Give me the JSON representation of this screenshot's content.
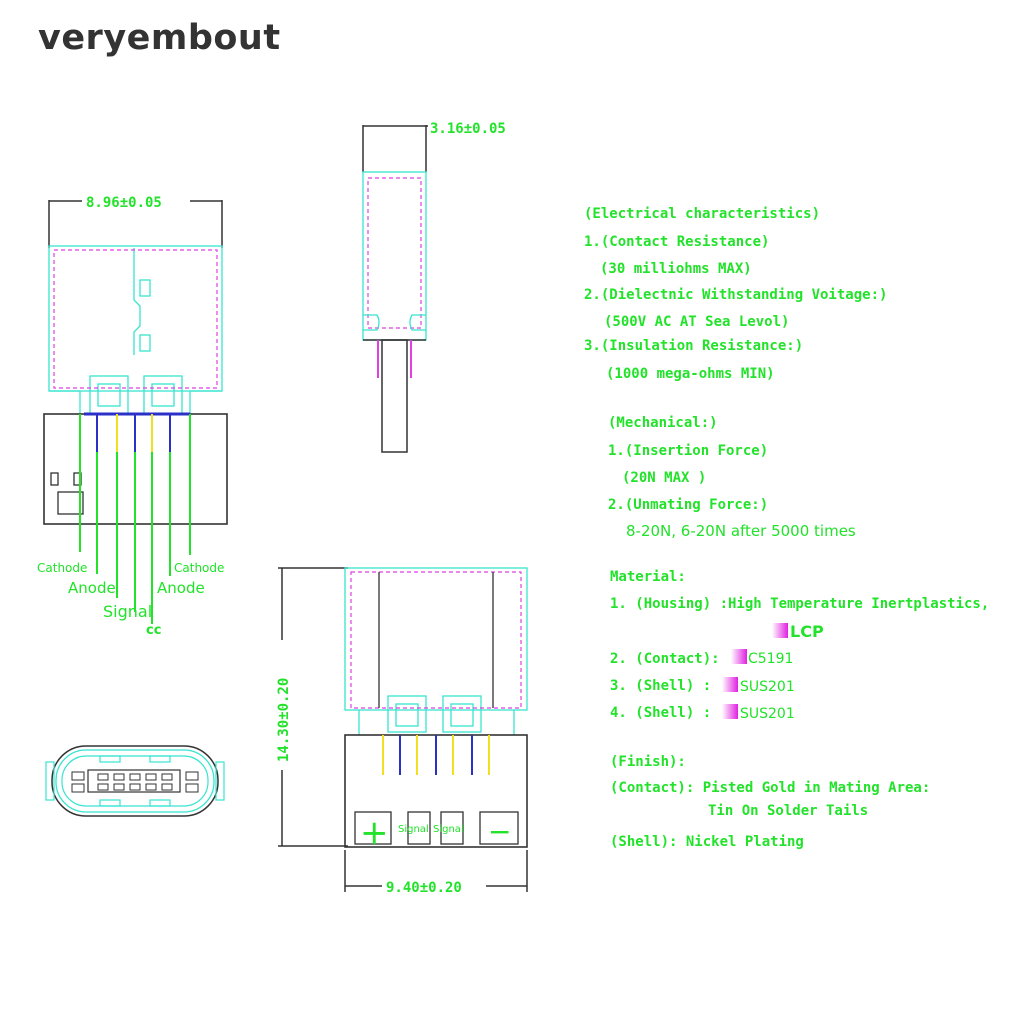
{
  "brand": "veryembout",
  "dimensions": {
    "top_thickness": "3.16±0.05",
    "front_width": "8.96±0.05",
    "bottom_length": "14.30±0.20",
    "bottom_width": "9.40±0.20"
  },
  "pin_labels": {
    "cathode_left": "Cathode",
    "anode_left": "Anode",
    "signal": "Signal",
    "cc": "cc",
    "anode_right": "Anode",
    "cathode_right": "Cathode"
  },
  "bottom_view": {
    "plus": "+",
    "minus": "−",
    "signal_1": "Signal",
    "signal_2": "Signal"
  },
  "specs": {
    "electrical_title": "(Electrical characteristics)",
    "e1": "1.(Contact Resistance)",
    "e1_value": "(30 milliohms MAX)",
    "e2": "2.(Dielectnic Withstanding Voitage:)",
    "e2_value": "(500V AC AT Sea Levol)",
    "e3": "3.(Insulation Resistance:)",
    "e3_value": "(1000 mega-ohms MIN)",
    "mechanical_title": "(Mechanical:)",
    "m1": "1.(Insertion  Force)",
    "m1_value": "(20N MAX )",
    "m2": "2.(Unmating Force:)",
    "m2_value": "8-20N, 6-20N after 5000 times",
    "material_title": "Material:",
    "mat1": "1. (Housing) :High Temperature  Inertplastics,",
    "mat1_value": "LCP",
    "mat2": "2. (Contact):",
    "mat2_value": "C5191",
    "mat3": "3. (Shell) :",
    "mat3_value": "SUS201",
    "mat4": "4. (Shell) :",
    "mat4_value": "SUS201",
    "finish_title": "(Finish):",
    "f1": "(Contact): Pisted Gold in Mating Area:",
    "f1_cont": "Tin On Solder Tails",
    "f2": "(Shell): Nickel Plating"
  },
  "colors": {
    "outline": "#333333",
    "shell": "#37e4d0",
    "housing": "#e040e0",
    "text": "#22e22a",
    "contact": "#2a30c8",
    "gold": "#f0e020"
  }
}
